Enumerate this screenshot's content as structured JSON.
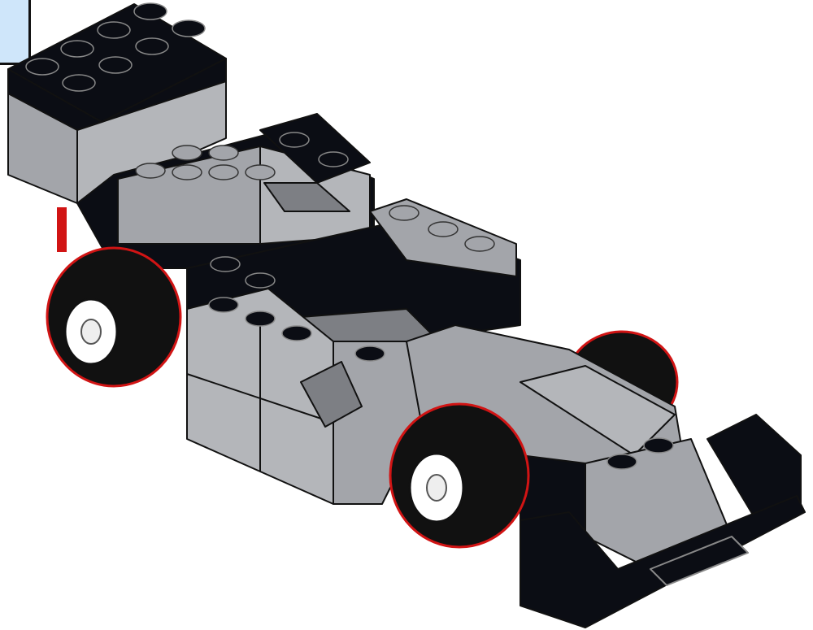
{
  "illustration": {
    "subject": "lego-race-car",
    "colors": {
      "background": "#ffffff",
      "callout_box": "#cfe6fa",
      "black_brick": "#0b0d14",
      "gray_brick": "#a3a5aa",
      "gray_light": "#b4b6ba",
      "gray_dark": "#7d7f84",
      "tire": "#111111",
      "tire_outline": "#d11414",
      "rim": "#ffffff",
      "accent_red": "#d11414"
    },
    "parts": [
      "rear-wing",
      "rear-body",
      "cockpit",
      "sidepod",
      "nose",
      "front-wing",
      "rear-left-wheel",
      "front-left-wheel",
      "front-right-wheel"
    ]
  }
}
